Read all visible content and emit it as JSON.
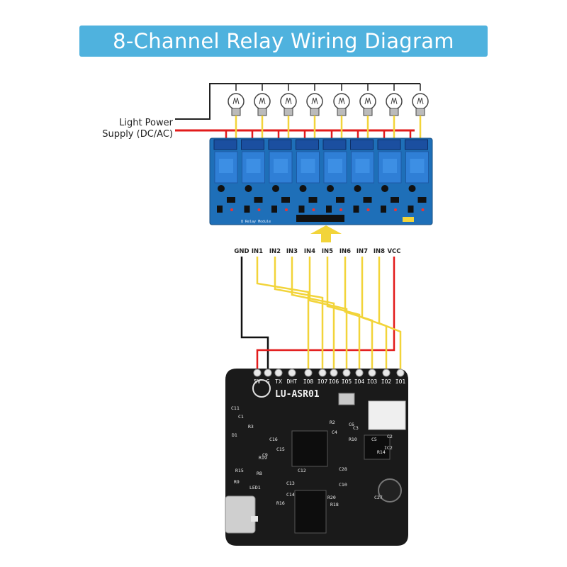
{
  "title": "8-Channel Relay Wiring Diagram",
  "power_label": {
    "line1": "Light Power",
    "line2": "Supply (DC/AC)"
  },
  "relay_module": {
    "silkscreen": "8 Relay Module"
  },
  "pin_labels": [
    "GND",
    "IN1",
    "IN2",
    "IN3",
    "IN4",
    "IN5",
    "IN6",
    "IN7",
    "IN8",
    "VCC"
  ],
  "board": {
    "name": "LU-ASR01",
    "header_labels": [
      "5V",
      "G",
      "TX",
      "DHT",
      "IO8",
      "IO7",
      "IO6",
      "IO5",
      "IO4",
      "IO3",
      "IO2",
      "IO1"
    ],
    "component_labels": [
      "C11",
      "C1",
      "R3",
      "C16",
      "C9",
      "R2",
      "C6",
      "C4",
      "R10",
      "C3",
      "C5",
      "C2",
      "C15",
      "D1",
      "R19",
      "R15",
      "R8",
      "R9",
      "LED1",
      "C12",
      "C13",
      "C14",
      "R16",
      "C10",
      "R20",
      "R18",
      "C28",
      "C27",
      "IC2",
      "R14"
    ]
  },
  "colors": {
    "banner": "#4fb2de",
    "signal_wire": "#f2d43a",
    "power_wire": "#e21b1b",
    "ground_wire": "#111111",
    "relay_pcb": "#1e6fb8",
    "relay_block": "#2f7fd6",
    "board": "#1a1a1a"
  }
}
